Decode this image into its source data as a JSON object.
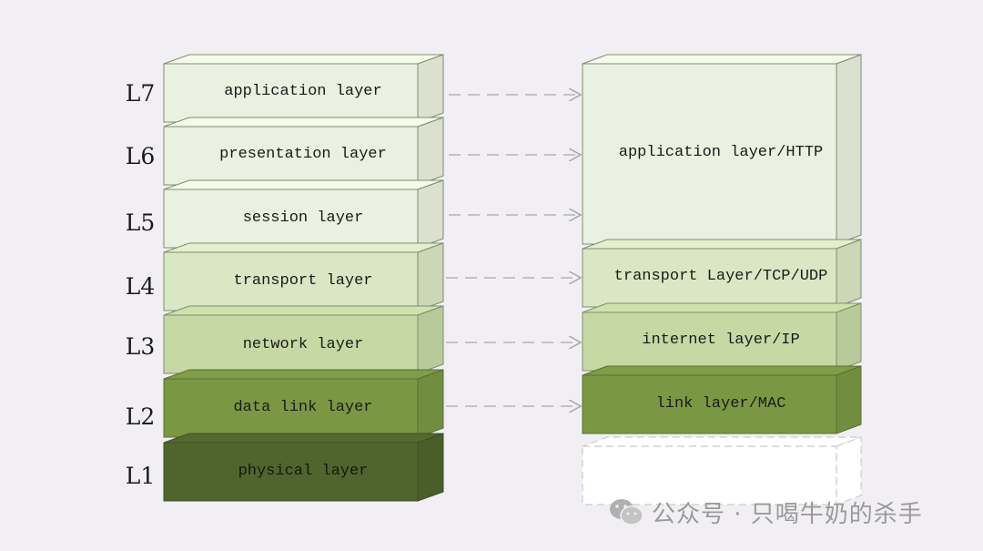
{
  "osi": {
    "levels": [
      "L7",
      "L6",
      "L5",
      "L4",
      "L3",
      "L2",
      "L1"
    ],
    "layers": [
      {
        "label": "application layer",
        "color": "#ebf1e0"
      },
      {
        "label": "presentation layer",
        "color": "#ebf1e0"
      },
      {
        "label": "session layer",
        "color": "#ebf1e0"
      },
      {
        "label": "transport layer",
        "color": "#dae7c4"
      },
      {
        "label": "network layer",
        "color": "#c6d9a4"
      },
      {
        "label": "data link layer",
        "color": "#7a9844"
      },
      {
        "label": "physical layer",
        "color": "#50652d"
      }
    ]
  },
  "tcpip": {
    "layers": [
      {
        "label": "application layer/HTTP",
        "color": "#ebf1e0"
      },
      {
        "label": "transport Layer/TCP/UDP",
        "color": "#dae7c4"
      },
      {
        "label": "internet layer/IP",
        "color": "#c6d9a4"
      },
      {
        "label": "link layer/MAC",
        "color": "#7a9844"
      }
    ]
  },
  "watermark": {
    "text": "公众号 · 只喝牛奶的杀手",
    "icon": "wechat-icon"
  }
}
